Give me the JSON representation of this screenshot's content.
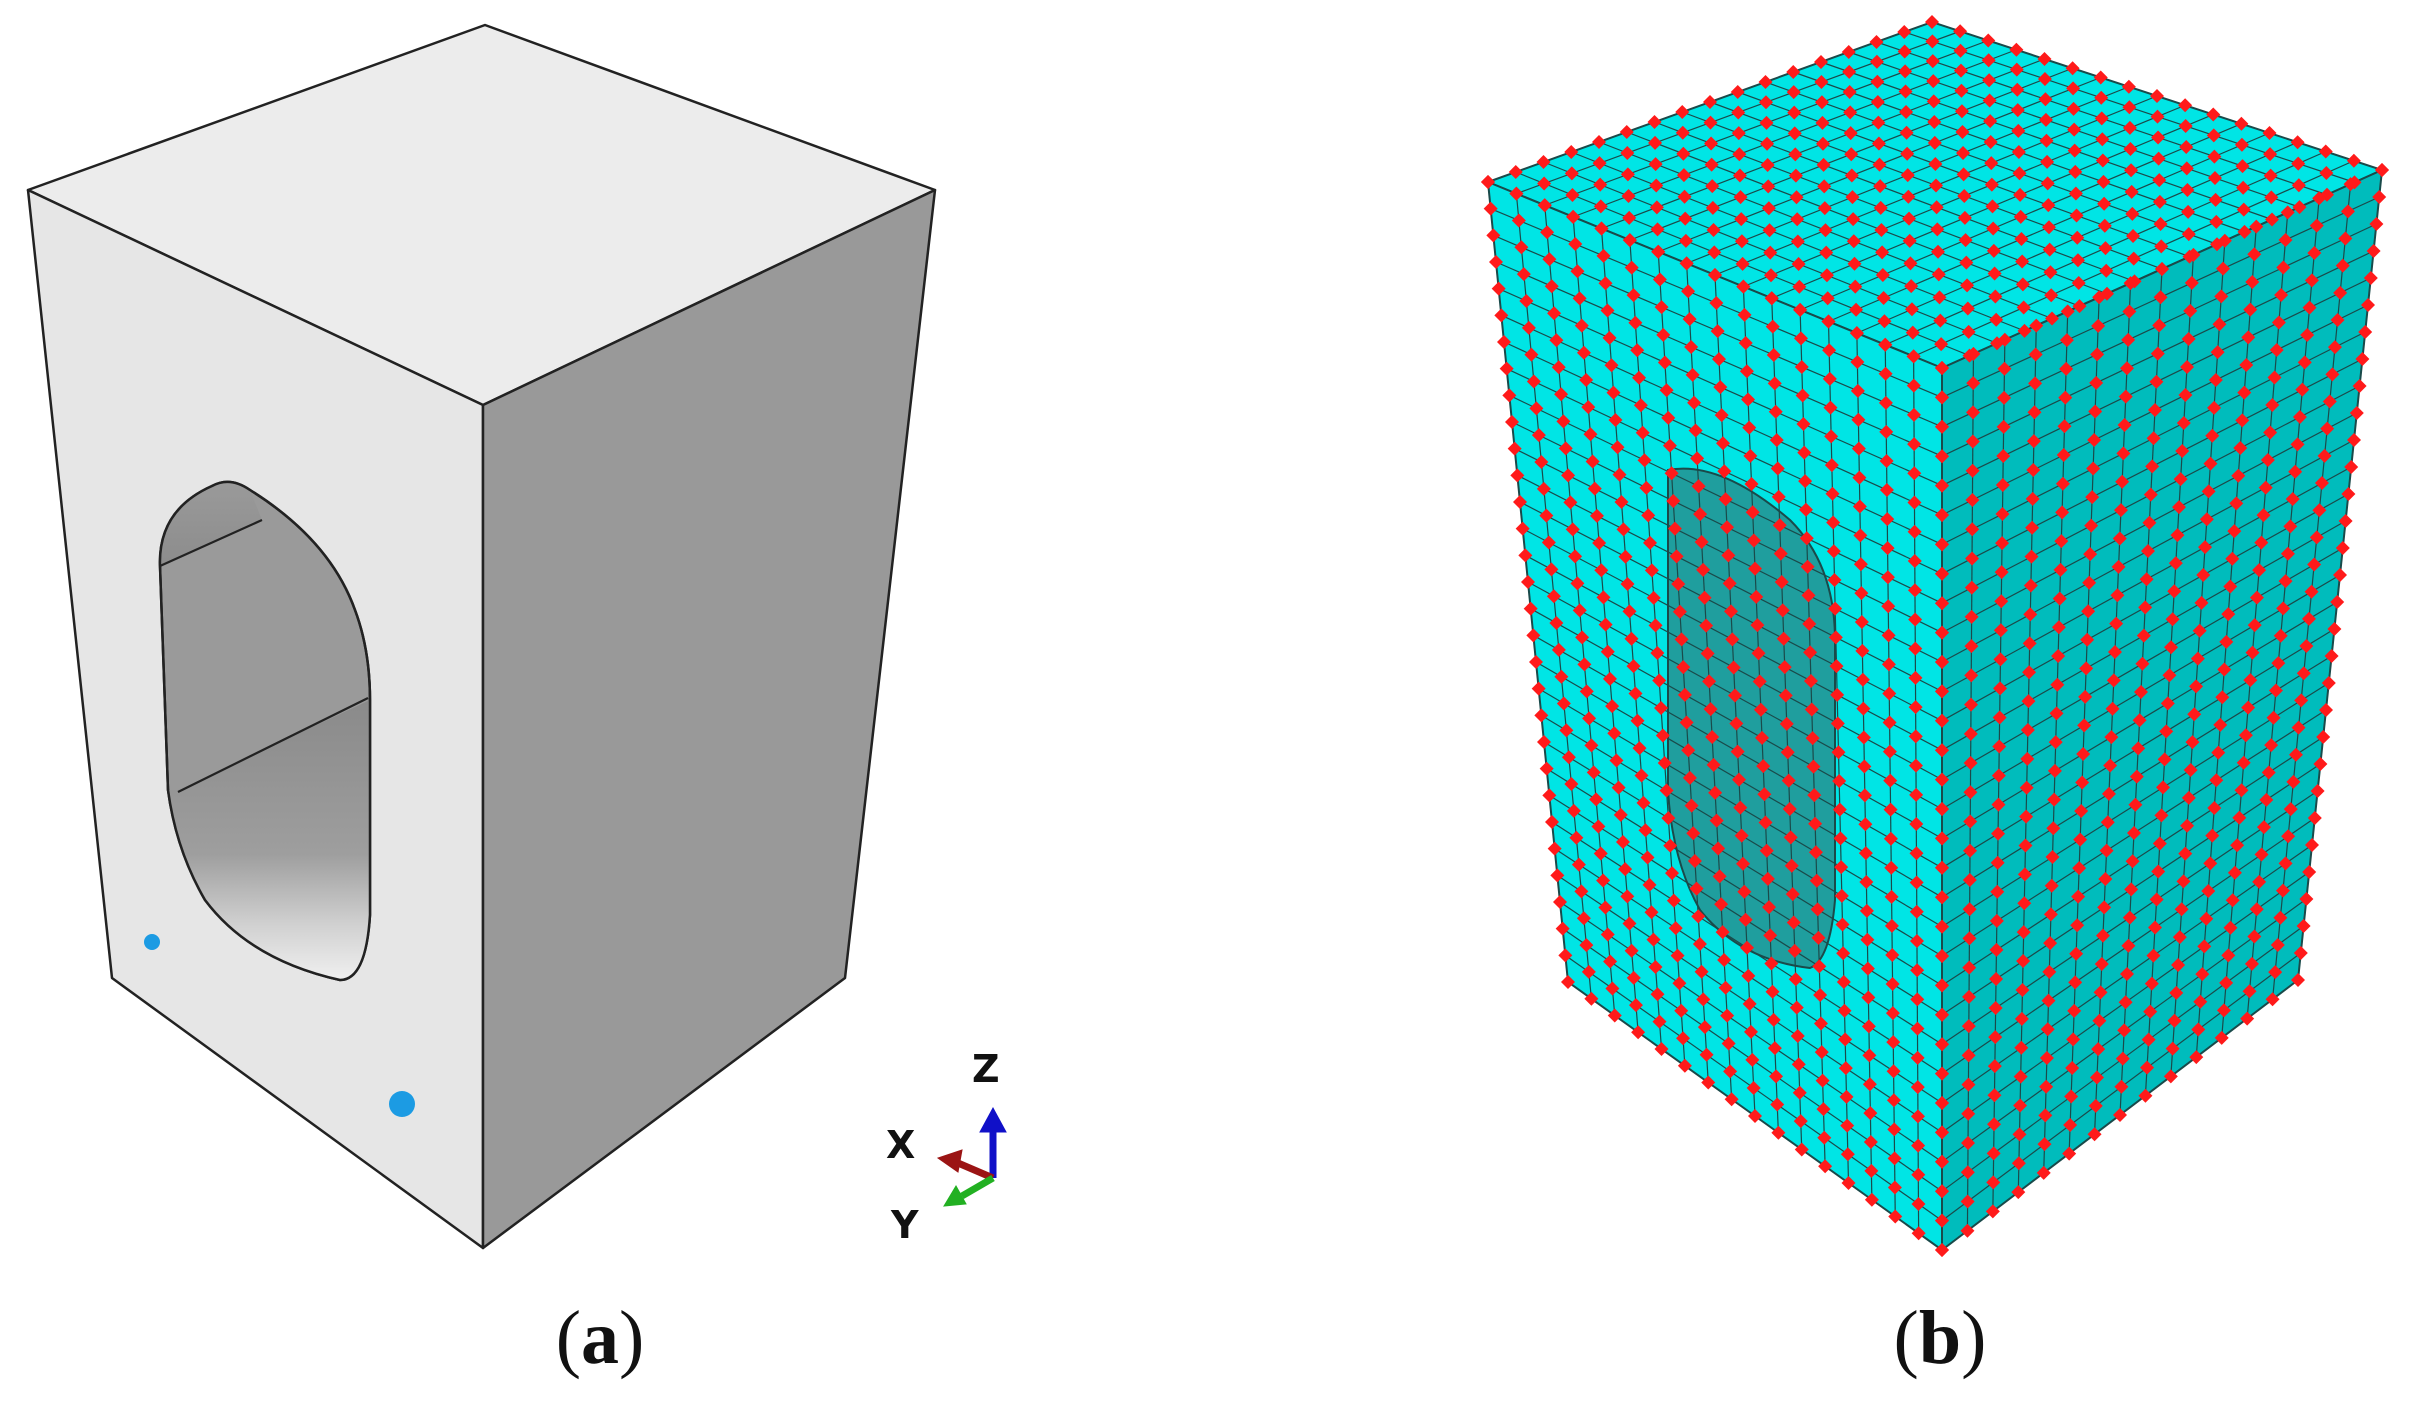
{
  "panels": {
    "a": {
      "caption_open": "(",
      "caption_label": "a",
      "caption_close": ")"
    },
    "b": {
      "caption_open": "(",
      "caption_label": "b",
      "caption_close": ")"
    }
  },
  "triad": {
    "z_label": "Z",
    "x_label": "X",
    "y_label": "Y"
  },
  "colors": {
    "block_front": "#e6e6e6",
    "block_top": "#ececec",
    "block_side": "#999999",
    "edge": "#222222",
    "reference_point": "#1c9be3",
    "mesh_face": "#00e5e5",
    "mesh_side": "#00bcbc",
    "mesh_line": "#1a4a4a",
    "node": "#ff1a1a",
    "axis_x": "#9b1414",
    "axis_y": "#22b022",
    "axis_z": "#1010c8"
  },
  "icons": {
    "reference_points": "dot-marker",
    "mesh_nodes": "diamond-node"
  }
}
